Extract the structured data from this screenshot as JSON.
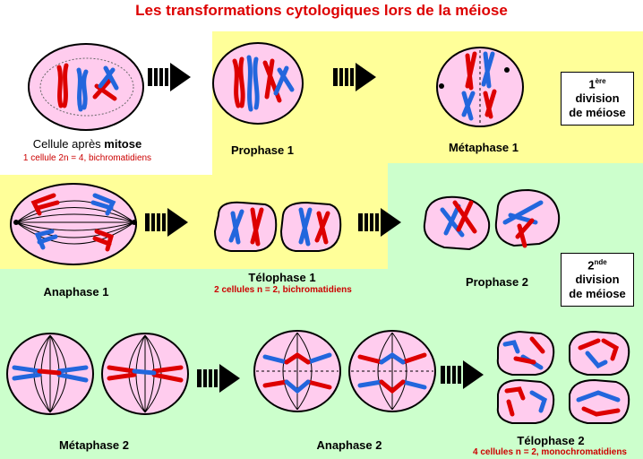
{
  "title": "Les transformations cytologiques lors de la méiose",
  "labels": {
    "cellule_a": "Cellule après ",
    "cellule_b": "mitose",
    "cellule_sub": "1 cellule 2n = 4, bichromatidiens",
    "prophase1": "Prophase 1",
    "metaphase1": "Métaphase 1",
    "anaphase1": "Anaphase 1",
    "telophase1": "Télophase 1",
    "telophase1_sub": "2 cellules n = 2, bichromatidiens",
    "prophase2": "Prophase 2",
    "metaphase2": "Métaphase 2",
    "anaphase2": "Anaphase 2",
    "telophase2": "Télophase 2",
    "telophase2_sub": "4 cellules n = 2, monochromatidiens"
  },
  "division1": {
    "sup": "ère",
    "num": "1",
    "l1": "division",
    "l2": "de méiose"
  },
  "division2": {
    "sup": "nde",
    "num": "2",
    "l1": "division",
    "l2": "de méiose"
  },
  "colors": {
    "yellow": "#ffff99",
    "green": "#ccffcc",
    "cell": "#ffccee",
    "red": "#dd0000",
    "blue": "#2266dd",
    "title": "#dd0000"
  }
}
